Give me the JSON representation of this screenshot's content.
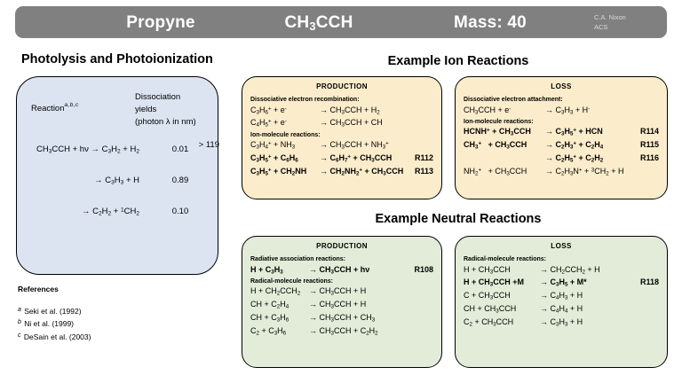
{
  "header": {
    "compound": "Propyne",
    "formula_pre": "CH",
    "formula_sub": "3",
    "formula_post": "CCH",
    "mass_label": "Mass:",
    "mass_value": "40",
    "credit_line1": "C.A. Nixon",
    "credit_line2": "ACS",
    "banner_color": "#808080"
  },
  "sections": {
    "photolysis_title": "Photolysis and Photoionization",
    "ion_title": "Example Ion Reactions",
    "neutral_title": "Example Neutral Reactions"
  },
  "photolysis": {
    "reaction_header": "Reaction",
    "reaction_header_sup": "a,b,c",
    "yield_header_l1": "Dissociation",
    "yield_header_l2": "yields",
    "yield_header_l3": "(photon λ in nm)",
    "yield_header_l4": "> 119",
    "rows": [
      {
        "equation_html": "CH<sub>3</sub>CCH + hν → C<sub>3</sub>H<sub>2</sub> + H<sub>2</sub>",
        "yield": "0.01"
      },
      {
        "equation_html": "→ C<sub>3</sub>H<sub>3</sub> + H",
        "yield": "0.89"
      },
      {
        "equation_html": "→ C<sub>2</sub>H<sub>2</sub> + <sup>1</sup>CH<sub>2</sub>",
        "yield": "0.10"
      }
    ],
    "panel_color": "#dce4f2"
  },
  "references": {
    "title": "References",
    "items": [
      {
        "marker": "a",
        "text": "Seki et al.  (1992)"
      },
      {
        "marker": "b",
        "text": "Ni et al. (1999)"
      },
      {
        "marker": "c",
        "text": "DeSain et al. (2003)"
      }
    ]
  },
  "ion_production": {
    "heading": "PRODUCTION",
    "box_color": "#fbeccb",
    "groups": [
      {
        "label": "Dissociative electron recombination:",
        "reactions": [
          {
            "lhs_html": "C<sub>3</sub>H<sub>6</sub><sup>+</sup> + e<sup>-</sup>",
            "rhs_html": "→ CH<sub>3</sub>CCH + H<sub>2</sub>",
            "id": "",
            "bold": false
          },
          {
            "lhs_html": "C<sub>4</sub>H<sub>5</sub><sup>+</sup> + e<sup>-</sup>",
            "rhs_html": "→ CH<sub>3</sub>CCH + CH",
            "id": "",
            "bold": false
          }
        ]
      },
      {
        "label": "Ion-molecule reactions:",
        "reactions": [
          {
            "lhs_html": "C<sub>3</sub>H<sub>4</sub><sup>+</sup> + NH<sub>3</sub>",
            "rhs_html": "→ CH<sub>3</sub>CCH + NH<sub>3</sub><sup>+</sup>",
            "id": "",
            "bold": false
          },
          {
            "lhs_html": "C<sub>3</sub>H<sub>5</sub><sup>+</sup> + C<sub>6</sub>H<sub>6</sub>",
            "rhs_html": "→ C<sub>6</sub>H<sub>7</sub><sup>+</sup> + CH<sub>3</sub>CCH",
            "id": "R112",
            "bold": true
          },
          {
            "lhs_html": "C<sub>3</sub>H<sub>5</sub><sup>+</sup> + CH<sub>2</sub>NH",
            "rhs_html": "→ CH<sub>2</sub>NH<sub>2</sub><sup>+</sup> + CH<sub>3</sub>CCH",
            "id": "R113",
            "bold": true
          }
        ]
      }
    ]
  },
  "ion_loss": {
    "heading": "LOSS",
    "box_color": "#fbeccb",
    "groups": [
      {
        "label": "Dissociative electron attachment:",
        "reactions": [
          {
            "lhs_html": "CH<sub>3</sub>CCH + e<sup>-</sup>",
            "rhs_html": "→ C<sub>3</sub>H<sub>3</sub> + H<sup>-</sup>",
            "id": "",
            "bold": false
          }
        ]
      },
      {
        "label": "Ion-molecule reactions:",
        "reactions": [
          {
            "lhs_html": "HCNH<sup>+</sup> + CH<sub>3</sub>CCH",
            "rhs_html": "→ C<sub>3</sub>H<sub>5</sub><sup>+</sup> + HCN",
            "id": "R114",
            "bold": true
          },
          {
            "lhs_html": "CH<sub>3</sub><sup>+</sup>&nbsp;&nbsp; + CH<sub>3</sub>CCH",
            "rhs_html": "→ C<sub>2</sub>H<sub>3</sub><sup>+</sup> + C<sub>2</sub>H<sub>4</sub>",
            "id": "R115",
            "bold": true
          },
          {
            "lhs_html": "",
            "rhs_html": "→ C<sub>2</sub>H<sub>5</sub><sup>+</sup> + C<sub>2</sub>H<sub>2</sub>",
            "id": "R116",
            "bold": true
          },
          {
            "lhs_html": "NH<sub>2</sub><sup>+</sup>&nbsp;&nbsp; + CH<sub>3</sub>CCH",
            "rhs_html": "→ C<sub>2</sub>H<sub>3</sub>N<sup>+</sup> + <sup>3</sup>CH<sub>2</sub> + H",
            "id": "",
            "bold": false
          }
        ]
      }
    ]
  },
  "neutral_production": {
    "heading": "PRODUCTION",
    "box_color": "#e2ecd8",
    "groups": [
      {
        "label": "Radiative association reactions:",
        "reactions": [
          {
            "lhs_html": "H + C<sub>3</sub>H<sub>3</sub>",
            "rhs_html": "→ CH<sub>3</sub>CCH + hν",
            "id": "R108",
            "bold": true
          }
        ]
      },
      {
        "label": "Radical-molecule reactions:",
        "reactions": [
          {
            "lhs_html": "H + CH<sub>2</sub>CCH<sub>2</sub>",
            "rhs_html": "→ CH<sub>3</sub>CCH + H",
            "id": "",
            "bold": false
          },
          {
            "lhs_html": "CH + C<sub>2</sub>H<sub>4</sub>",
            "rhs_html": "→ CH<sub>3</sub>CCH + H",
            "id": "",
            "bold": false
          },
          {
            "lhs_html": "CH + C<sub>3</sub>H<sub>6</sub>",
            "rhs_html": "→ CH<sub>3</sub>CCH + CH<sub>3</sub>",
            "id": "",
            "bold": false
          },
          {
            "lhs_html": "C<sub>2</sub> + C<sub>3</sub>H<sub>6</sub>",
            "rhs_html": "→ CH<sub>3</sub>CCH + C<sub>2</sub>H<sub>2</sub>",
            "id": "",
            "bold": false
          }
        ]
      }
    ]
  },
  "neutral_loss": {
    "heading": "LOSS",
    "box_color": "#e2ecd8",
    "groups": [
      {
        "label": "Radical-molecule reactions:",
        "reactions": [
          {
            "lhs_html": "H + CH<sub>3</sub>CCH",
            "rhs_html": "→ CH<sub>2</sub>CCH<sub>2</sub> + H",
            "id": "",
            "bold": false
          },
          {
            "lhs_html": "H + CH<sub>3</sub>CCH +M",
            "rhs_html": "→ C<sub>3</sub>H<sub>5</sub> + M*",
            "id": "R118",
            "bold": true
          },
          {
            "lhs_html": "C + CH<sub>3</sub>CCH",
            "rhs_html": "→ C<sub>4</sub>H<sub>3</sub> + H",
            "id": "",
            "bold": false
          },
          {
            "lhs_html": "CH + CH<sub>3</sub>CCH",
            "rhs_html": "→ C<sub>4</sub>H<sub>4</sub> + H",
            "id": "",
            "bold": false
          },
          {
            "lhs_html": "C<sub>2</sub> + CH<sub>3</sub>CCH",
            "rhs_html": "→ C<sub>3</sub>H<sub>3</sub> + H",
            "id": "",
            "bold": false
          }
        ]
      }
    ]
  }
}
